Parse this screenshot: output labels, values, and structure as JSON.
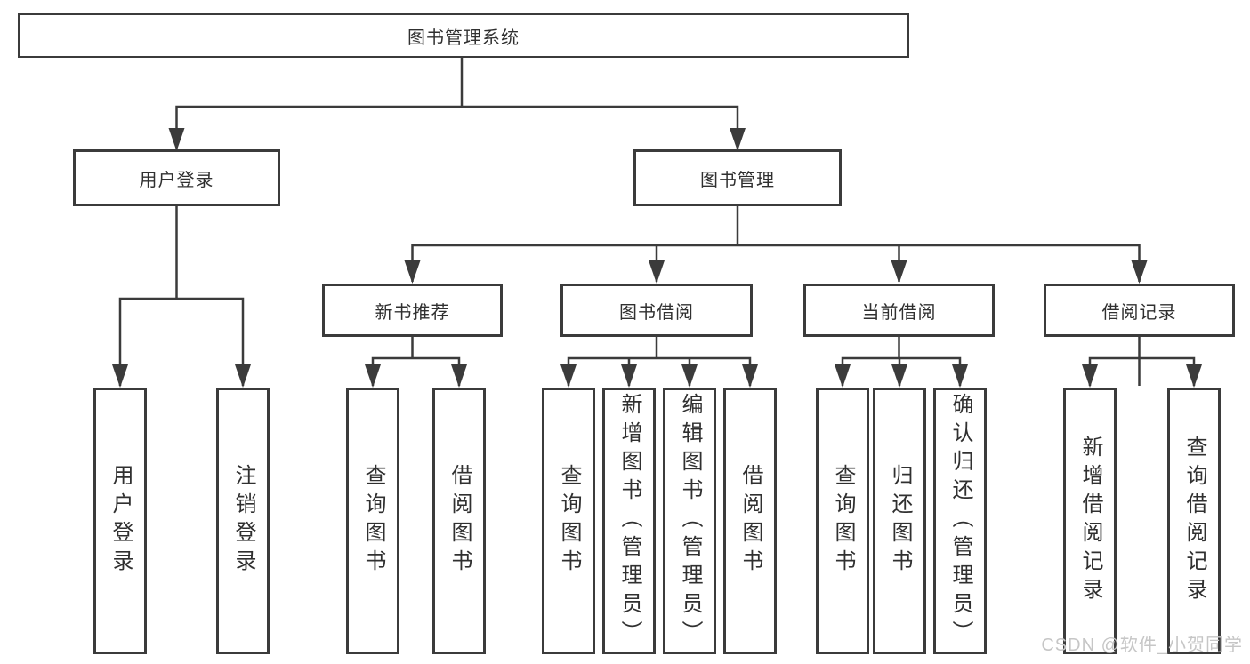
{
  "style": {
    "line_color": "#3b3b3b",
    "box_border_color": "#3b3b3b",
    "box_fill": "#ffffff",
    "text_color": "#303030",
    "background": "#ffffff",
    "watermark_color": "#c6c6c6"
  },
  "tree": {
    "root": {
      "label": "图书管理系统"
    },
    "children": [
      {
        "label": "用户登录",
        "children": [
          {
            "label": "用户登录"
          },
          {
            "label": "注销登录"
          }
        ]
      },
      {
        "label": "图书管理",
        "children": [
          {
            "label": "新书推荐",
            "children": [
              {
                "label": "查询图书"
              },
              {
                "label": "借阅图书"
              }
            ]
          },
          {
            "label": "图书借阅",
            "children": [
              {
                "label": "查询图书"
              },
              {
                "label": "新增图书（管理员）"
              },
              {
                "label": "编辑图书（管理员）"
              },
              {
                "label": "借阅图书"
              }
            ]
          },
          {
            "label": "当前借阅",
            "children": [
              {
                "label": "查询图书"
              },
              {
                "label": "归还图书"
              },
              {
                "label": "确认归还（管理员）"
              }
            ]
          },
          {
            "label": "借阅记录",
            "children": [
              {
                "label": "新增借阅记录"
              },
              {
                "label": "查询借阅记录"
              }
            ]
          }
        ]
      }
    ]
  },
  "watermark": {
    "text": "CSDN @软件_小贺同学"
  }
}
